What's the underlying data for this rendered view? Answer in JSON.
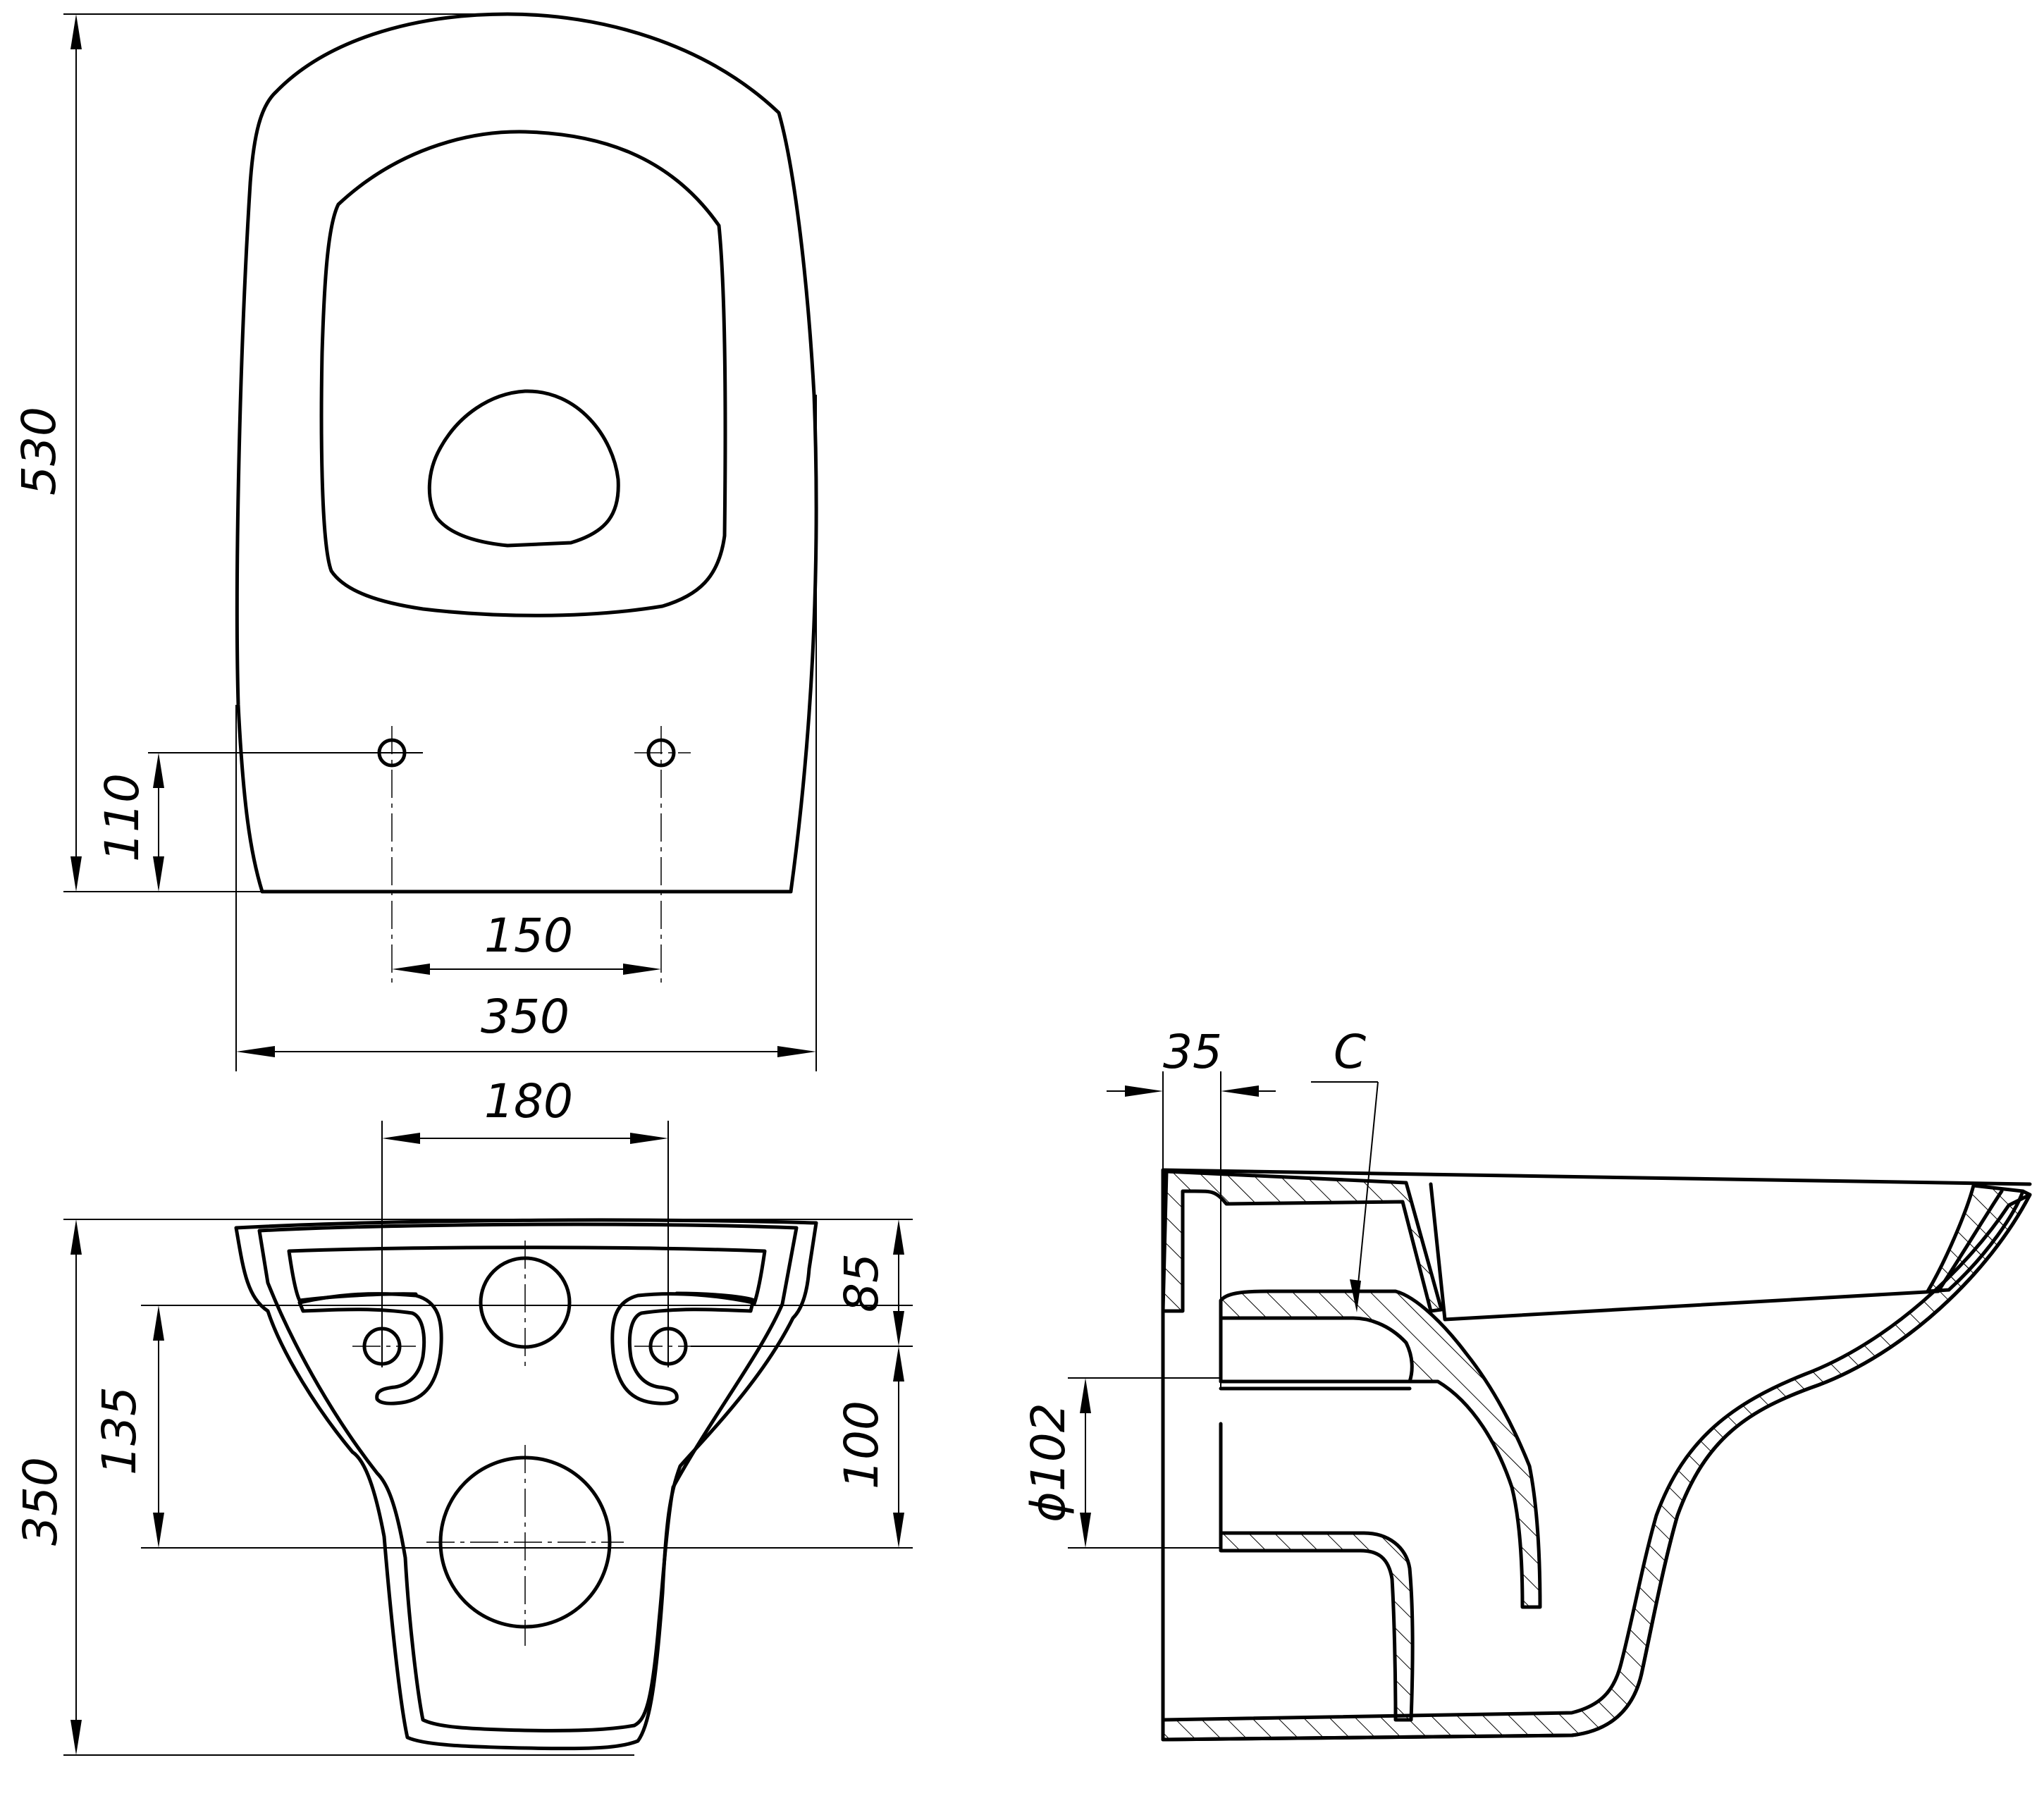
{
  "drawing": {
    "views": [
      "top-view",
      "rear-view",
      "side-section"
    ],
    "dimensions": {
      "total_length": "530",
      "fixing_offset": "110",
      "fixing_spacing_top": "150",
      "total_width_top": "350",
      "fixing_spacing_rear": "180",
      "total_height_rear": "350",
      "rear_upper": "85",
      "rear_left": "135",
      "rear_right": "100",
      "wall_offset": "35",
      "section_mark": "C",
      "outlet_diameter": "ϕ102"
    }
  }
}
